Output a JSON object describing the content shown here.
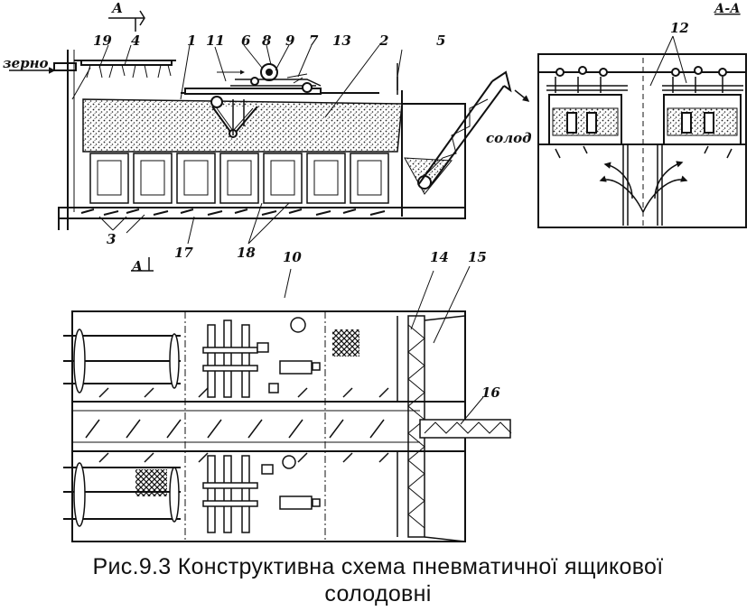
{
  "figure": {
    "caption_line1": "Рис.9.3 Конструктивна схема пневматичної ящикової",
    "caption_line2": "солодовні"
  },
  "labels": {
    "grain": "зерно",
    "malt": "солод",
    "section_title": "А-А",
    "section_mark_top": "А",
    "section_mark_bottom": "А",
    "n1": "1",
    "n2": "2",
    "n3": "3",
    "n4": "4",
    "n5": "5",
    "n6": "6",
    "n7": "7",
    "n8": "8",
    "n9": "9",
    "n10": "10",
    "n11": "11",
    "n12": "12",
    "n13": "13",
    "n14": "14",
    "n15": "15",
    "n16": "16",
    "n17": "17",
    "n18": "18",
    "n19": "19"
  }
}
